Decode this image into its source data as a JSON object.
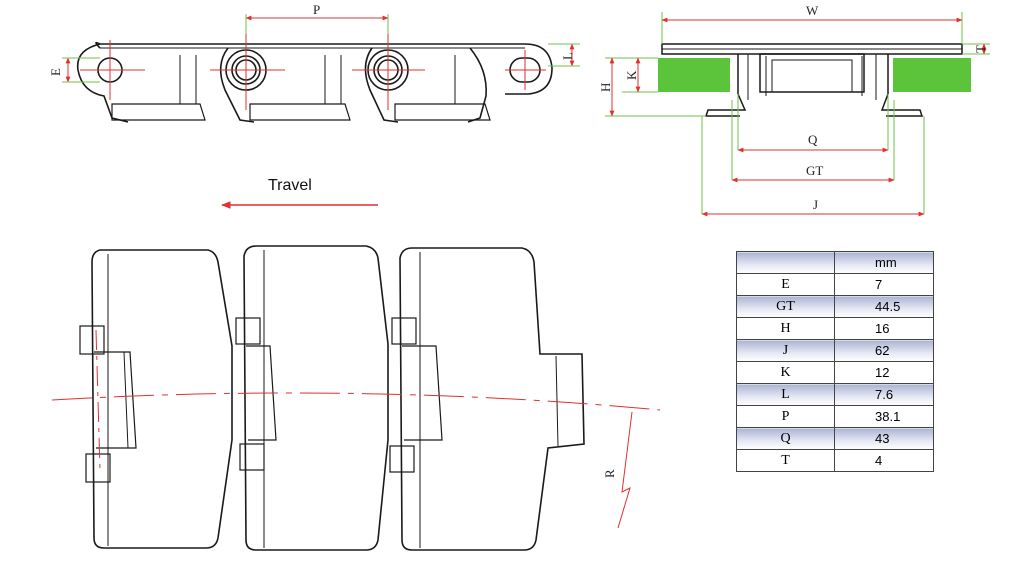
{
  "labels": {
    "travel": "Travel",
    "P": "P",
    "E": "E",
    "L": "L",
    "W": "W",
    "T": "T",
    "H": "H",
    "K": "K",
    "Q": "Q",
    "GT": "GT",
    "J": "J",
    "R": "R"
  },
  "table": {
    "unit_header": "mm",
    "rows": [
      {
        "key": "E",
        "value": "7"
      },
      {
        "key": "GT",
        "value": "44.5"
      },
      {
        "key": "H",
        "value": "16"
      },
      {
        "key": "J",
        "value": "62"
      },
      {
        "key": "K",
        "value": "12"
      },
      {
        "key": "L",
        "value": "7.6"
      },
      {
        "key": "P",
        "value": "38.1"
      },
      {
        "key": "Q",
        "value": "43"
      },
      {
        "key": "T",
        "value": "4"
      }
    ]
  },
  "colors": {
    "outline": "#1a1a1a",
    "dimension": "#e03030",
    "extension": "#6cc04a",
    "wear_strip": "#5cc43a",
    "table_header": "#aab3d2"
  }
}
